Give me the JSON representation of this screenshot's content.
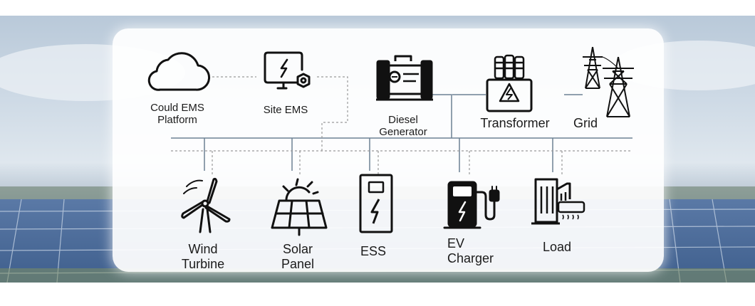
{
  "diagram": {
    "nodes": {
      "cloud_ems": {
        "label": "Could EMS\nPlatform",
        "icon": "cloud-icon"
      },
      "site_ems": {
        "label": "Site EMS",
        "icon": "monitor-gear-icon"
      },
      "diesel": {
        "label": "Diesel\nGenerator",
        "icon": "generator-icon"
      },
      "transformer": {
        "label": "Transformer",
        "icon": "transformer-icon"
      },
      "grid": {
        "label": "Grid",
        "icon": "power-tower-icon"
      },
      "wind": {
        "label": "Wind\nTurbine",
        "icon": "wind-turbine-icon"
      },
      "solar": {
        "label": "Solar\nPanel",
        "icon": "solar-panel-icon"
      },
      "ess": {
        "label": "ESS",
        "icon": "battery-cabinet-icon"
      },
      "ev": {
        "label": "EV\nCharger",
        "icon": "ev-charger-icon"
      },
      "load": {
        "label": "Load",
        "icon": "building-icon"
      }
    },
    "colors": {
      "power_line": "#6d8193",
      "comm_line": "#9a9a9a",
      "icon": "#111111"
    }
  }
}
